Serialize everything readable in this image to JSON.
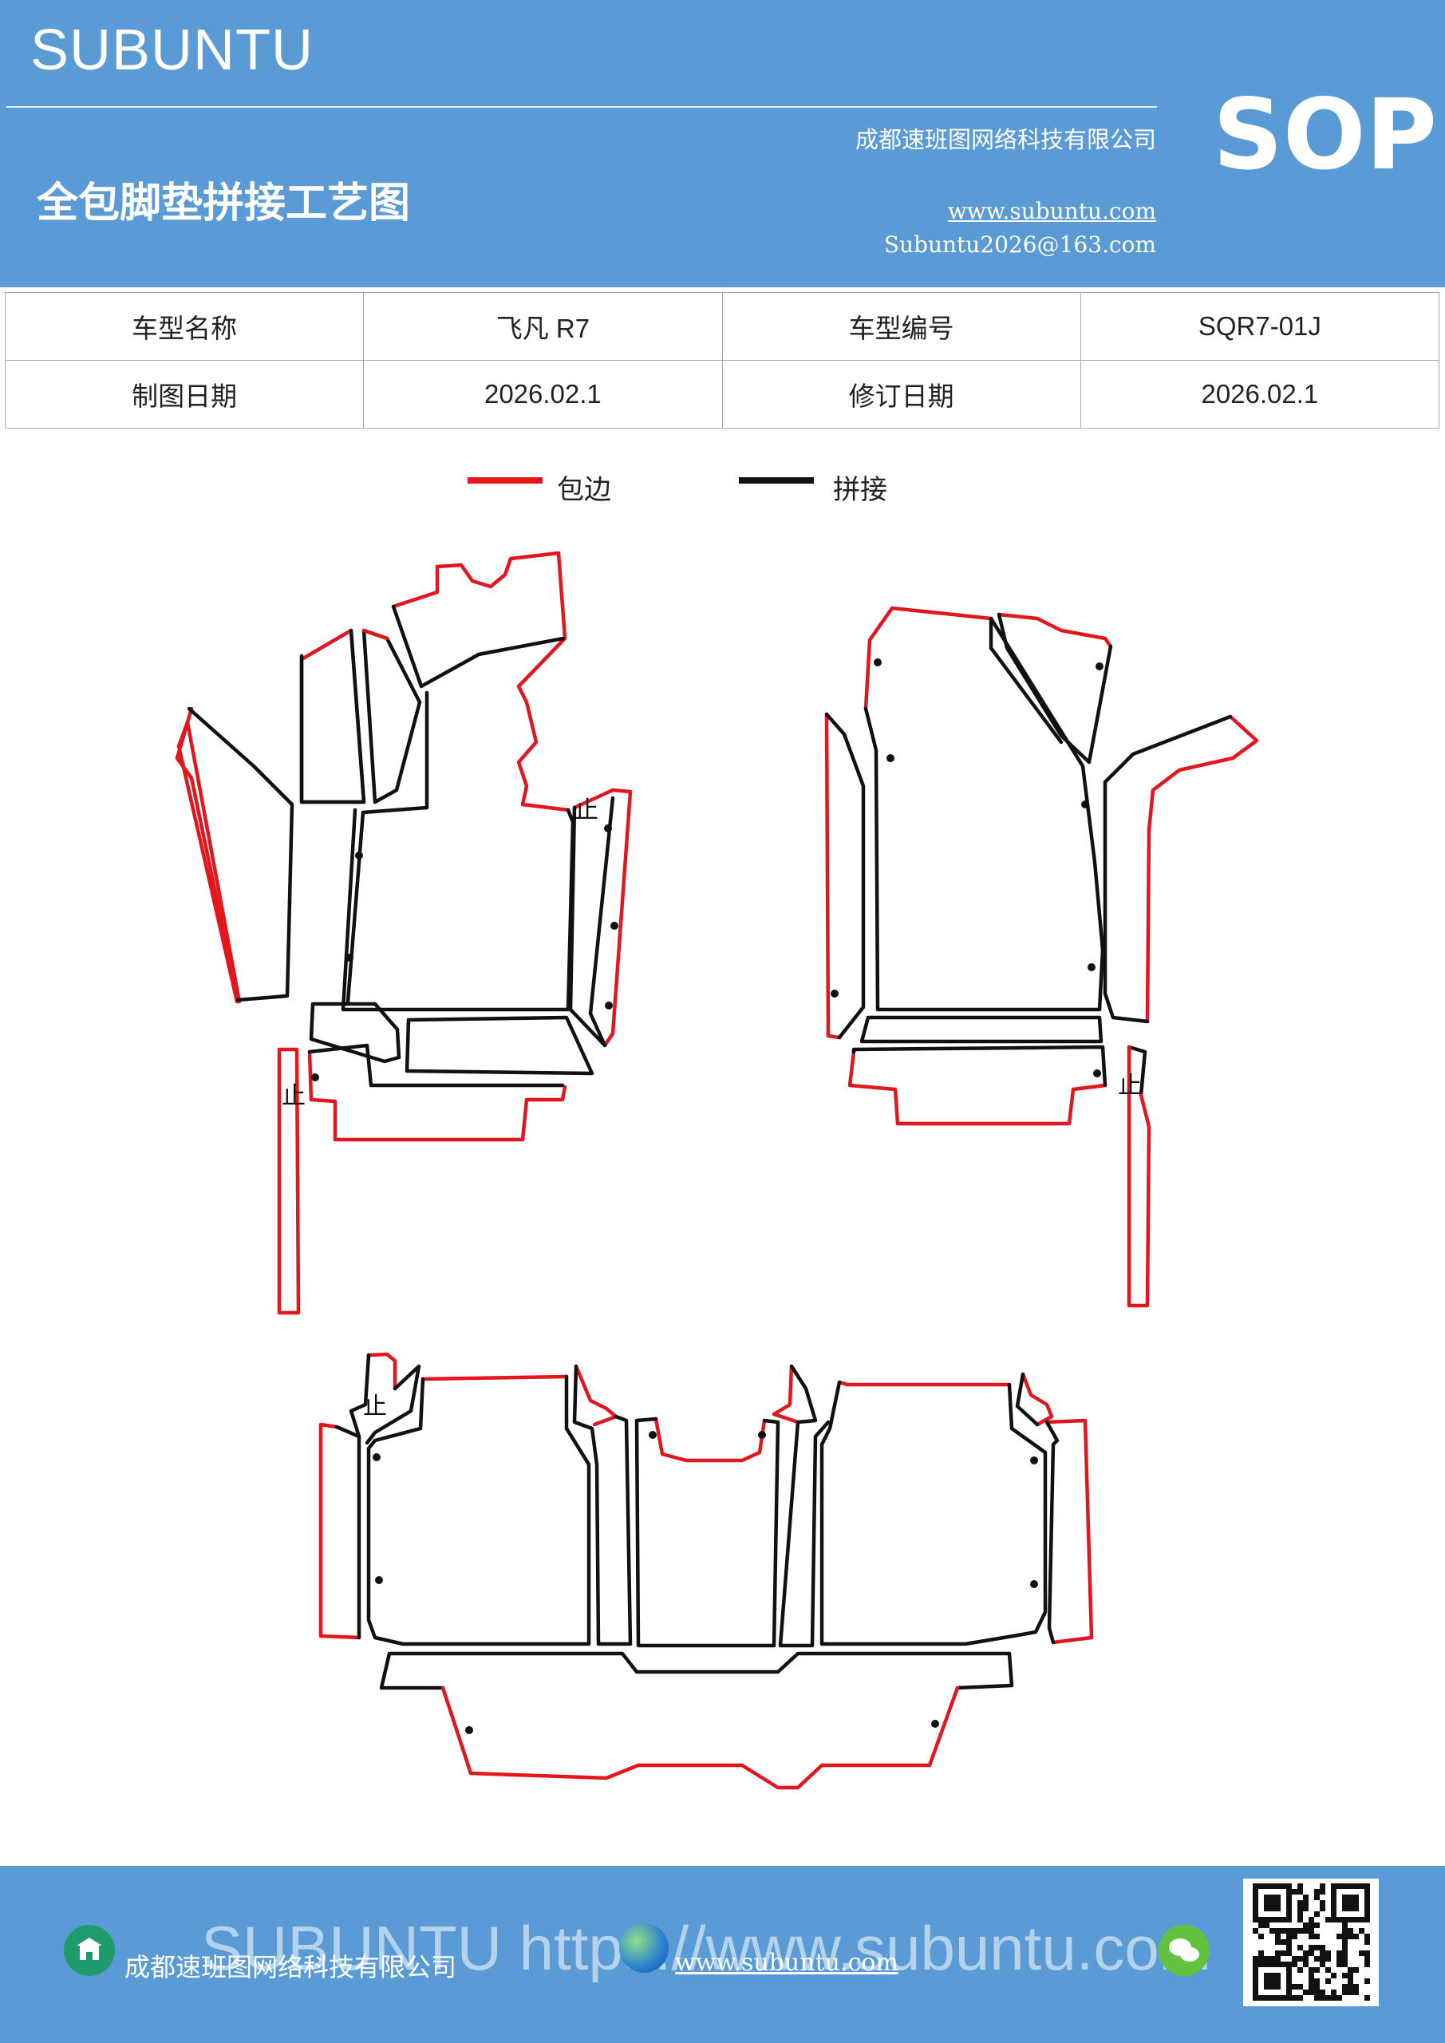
{
  "header": {
    "brand": "SUBUNTU",
    "company": "成都速班图网络科技有限公司",
    "title": "全包脚垫拼接工艺图",
    "website": "www.subuntu.com",
    "email": "Subuntu2026@163.com",
    "badge": "SOP"
  },
  "info": {
    "row1": [
      "车型名称",
      "飞凡 R7",
      "车型编号",
      "SQR7-01J"
    ],
    "row2": [
      "制图日期",
      "2026.02.1",
      "修订日期",
      "2026.02.1"
    ]
  },
  "legend": {
    "edge_label": "包边",
    "edge_color": "#e3161d",
    "join_label": "拼接",
    "join_color": "#111111"
  },
  "diagram": {
    "stop_mark": "止"
  },
  "footer": {
    "company": "成都速班图网络科技有限公司",
    "website": "www.subuntu.com",
    "watermark": "SUBUNTU https://www.subuntu.com",
    "icons": [
      "building-icon",
      "globe-icon",
      "wechat-icon"
    ]
  }
}
